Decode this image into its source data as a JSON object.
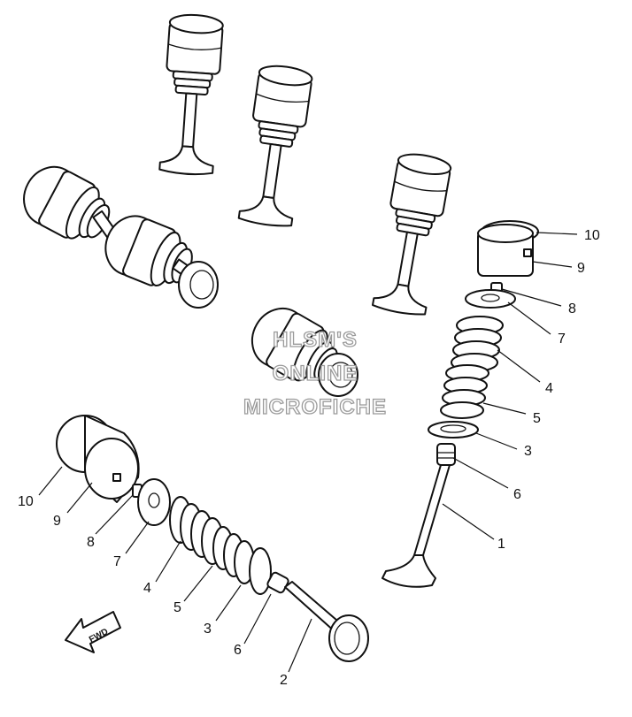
{
  "diagram": {
    "callouts_right": [
      "10",
      "9",
      "8",
      "7",
      "4",
      "5",
      "3",
      "6",
      "1"
    ],
    "callouts_left": [
      "10",
      "9",
      "8",
      "7",
      "4",
      "5",
      "3",
      "6",
      "2"
    ],
    "watermark": [
      "HLSM'S",
      "ONLINE",
      "MICROFICHE"
    ],
    "direction_label": "FWD"
  }
}
